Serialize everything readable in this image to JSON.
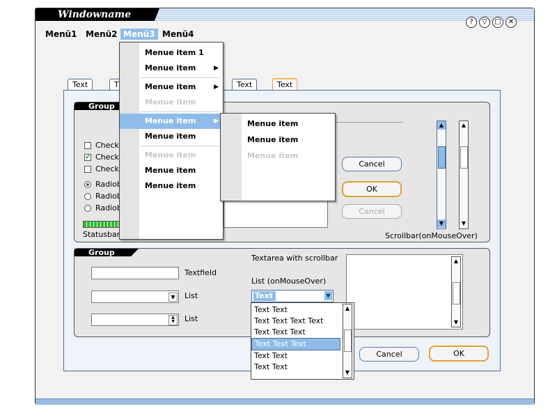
{
  "window": {
    "title": "Windowname",
    "buttons": [
      "?",
      "▽",
      "□",
      "✕"
    ]
  },
  "menubar": [
    "Menü1",
    "Menü2",
    "Menü3",
    "Menü4"
  ],
  "tabs": [
    "Text",
    "T",
    "Text",
    "Text"
  ],
  "group1": {
    "label": "Group",
    "checkboxes": [
      {
        "label": "Check",
        "checked": false
      },
      {
        "label": "Check",
        "checked": true
      },
      {
        "label": "Check",
        "checked": false
      }
    ],
    "radios": [
      {
        "label": "Radiob",
        "selected": true
      },
      {
        "label": "Radiob",
        "selected": false
      },
      {
        "label": "Radiob",
        "selected": false
      }
    ],
    "statusbar_label": "Statusbar",
    "buttons": {
      "cancel": "Cancel",
      "ok": "OK",
      "cancel_disabled": "Cancel"
    },
    "scrollbar_label": "Scrollbar(onMouseOver)"
  },
  "group2": {
    "label": "Group",
    "textfield_label": "Textfield",
    "list_label_1": "List",
    "list_label_2": "List",
    "textarea_label": "Textarea with scrollbar",
    "list_mouseover_label": "List (onMouseOver)",
    "list_selected": "Text",
    "list_items": [
      "Text Text",
      "Text Text Text Text",
      "Text Text Text",
      "Text Text Text",
      "Text Text",
      "Text Text"
    ]
  },
  "footer_buttons": {
    "cancel": "Cancel",
    "ok": "OK"
  },
  "menu3": {
    "items": [
      {
        "label": "Menue item 1",
        "disabled": false,
        "submenu": false
      },
      {
        "label": "Menue item",
        "disabled": false,
        "submenu": true
      },
      {
        "label": "Menue item",
        "disabled": false,
        "submenu": true
      },
      {
        "label": "Menue item",
        "disabled": true,
        "submenu": false
      },
      {
        "label": "Menue item",
        "disabled": false,
        "submenu": true,
        "highlighted": true
      },
      {
        "label": "Menue item",
        "disabled": false,
        "submenu": false
      },
      {
        "label": "Menue item",
        "disabled": true,
        "submenu": false
      },
      {
        "label": "Menue item",
        "disabled": false,
        "submenu": false
      },
      {
        "label": "Menue item",
        "disabled": false,
        "submenu": false
      }
    ]
  },
  "submenu": {
    "items": [
      {
        "label": "Menue item",
        "disabled": false
      },
      {
        "label": "Menue item",
        "disabled": false
      },
      {
        "label": "Menue item",
        "disabled": true
      }
    ]
  },
  "colors": {
    "accent": "#8fbbe8",
    "ok_border": "#e4a035",
    "frame": "#4e6e94"
  }
}
